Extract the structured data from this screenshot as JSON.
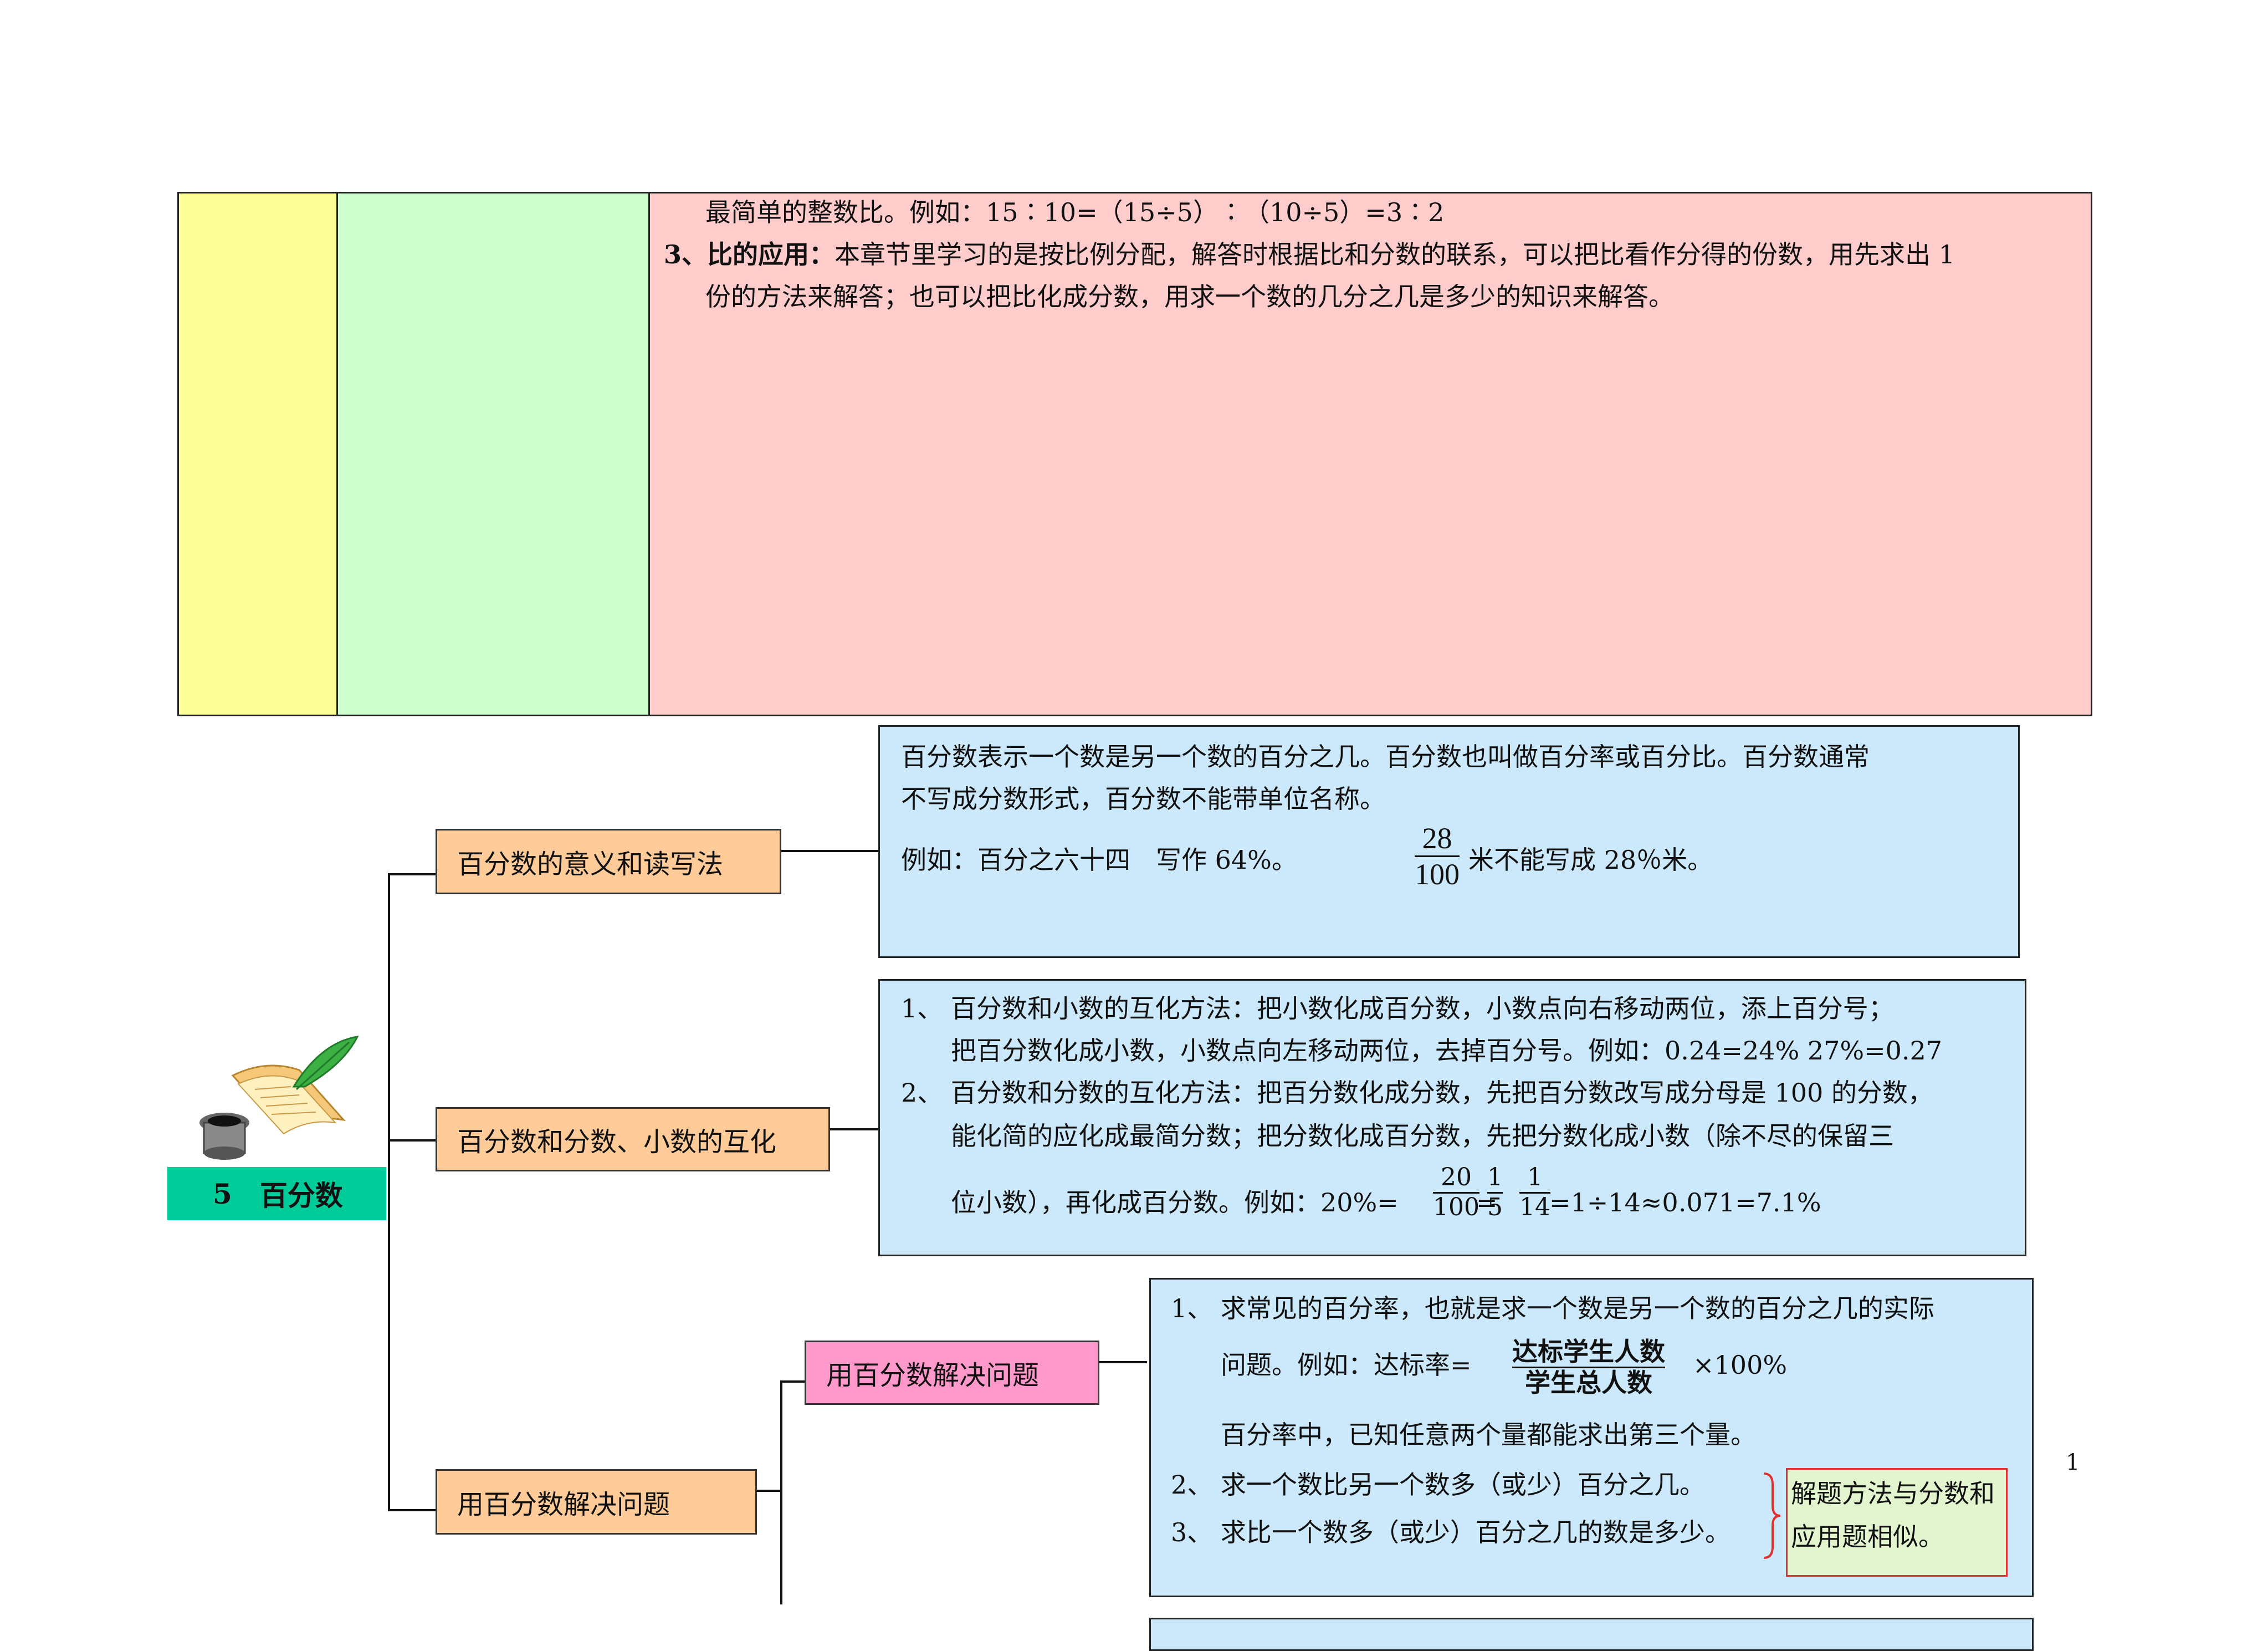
{
  "top_table": {
    "line1": "最简单的整数比。例如：15∶10=（15÷5）∶（10÷5）=3∶2",
    "line2_label": "3、比的应用：",
    "line2_text": "本章节里学习的是按比例分配，解答时根据比和分数的联系，可以把比看作分得的份数，用先求出 1",
    "line3": "份的方法来解答；也可以把比化成分数，用求一个数的几分之几是多少的知识来解答。"
  },
  "chapter": {
    "number": "5",
    "title": "百分数",
    "icon": "book-quill-inkwell-icon"
  },
  "nodes": {
    "meaning": "百分数的意义和读写法",
    "convert": "百分数和分数、小数的互化",
    "solve_sub": "用百分数解决问题",
    "solve": "用百分数解决问题"
  },
  "box1": {
    "line1": "百分数表示一个数是另一个数的百分之几。百分数也叫做百分率或百分比。百分数通常",
    "line2": "不写成分数形式，百分数不能带单位名称。",
    "line3": "例如：百分之六十四　写作  64%。",
    "frac_num": "28",
    "frac_den": "100",
    "line3_tail": "米不能写成 28％米。"
  },
  "box2": {
    "line1": "1、 百分数和小数的互化方法：把小数化成百分数，小数点向右移动两位，添上百分号；",
    "line2": "把百分数化成小数，小数点向左移动两位，去掉百分号。例如：0.24=24%    27%=0.27",
    "line3": "2、 百分数和分数的互化方法：把百分数化成分数，先把百分数改写成分母是 100 的分数，",
    "line4": "能化简的应化成最简分数；把分数化成百分数，先把分数化成小数（除不尽的保留三",
    "line5a": "位小数），再化成百分数。例如：20%=",
    "f1n": "20",
    "f1d": "100",
    "eq": "=",
    "f2n": "1",
    "f2d": "5",
    "f3n": "1",
    "f3d": "14",
    "line5b": "=1÷14≈0.071=7.1%"
  },
  "box3": {
    "line1": "1、 求常见的百分率，也就是求一个数是另一个数的百分之几的实际",
    "line2a": "问题。例如：达标率=",
    "frac_num": "达标学生人数",
    "frac_den": "学生总人数",
    "line2b": "×100%",
    "line3": "百分率中，已知任意两个量都能求出第三个量。",
    "line4": "2、 求一个数比另一个数多（或少）百分之几。",
    "line5": "3、 求比一个数多（或少）百分之几的数是多少。",
    "note": "解题方法与分数和应用题相似。"
  },
  "page_number": "1",
  "colors": {
    "yellow": "#ffff99",
    "green": "#ccffcc",
    "pink": "#ffcccc",
    "blue_box": "#cce9fb",
    "orange_node": "#ffcc99",
    "pink_node": "#ff99cc",
    "chapter": "#00cc99",
    "note_border": "#e03030"
  }
}
